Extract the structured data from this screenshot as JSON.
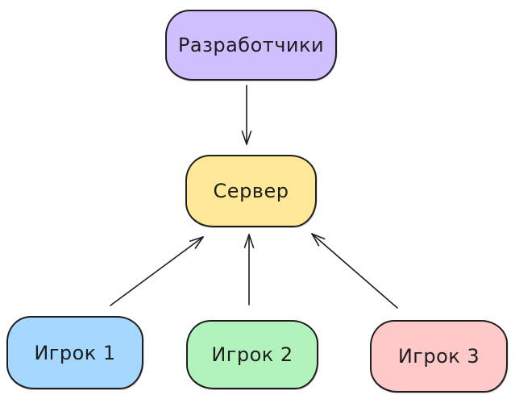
{
  "diagram": {
    "background_color": "#ffffff",
    "stroke_color": "#1e1e1e",
    "text_color": "#1e1e1e",
    "nodes": {
      "developers": {
        "label": "Разработчики",
        "fill": "#d0bfff"
      },
      "server": {
        "label": "Сервер",
        "fill": "#ffe999"
      },
      "player1": {
        "label": "Игрок 1",
        "fill": "#a5d8ff"
      },
      "player2": {
        "label": "Игрок 2",
        "fill": "#b2f2bb"
      },
      "player3": {
        "label": "Игрок 3",
        "fill": "#ffc9c9"
      }
    },
    "edges": [
      {
        "from": "developers",
        "to": "server"
      },
      {
        "from": "player1",
        "to": "server"
      },
      {
        "from": "player2",
        "to": "server"
      },
      {
        "from": "player3",
        "to": "server"
      }
    ]
  }
}
